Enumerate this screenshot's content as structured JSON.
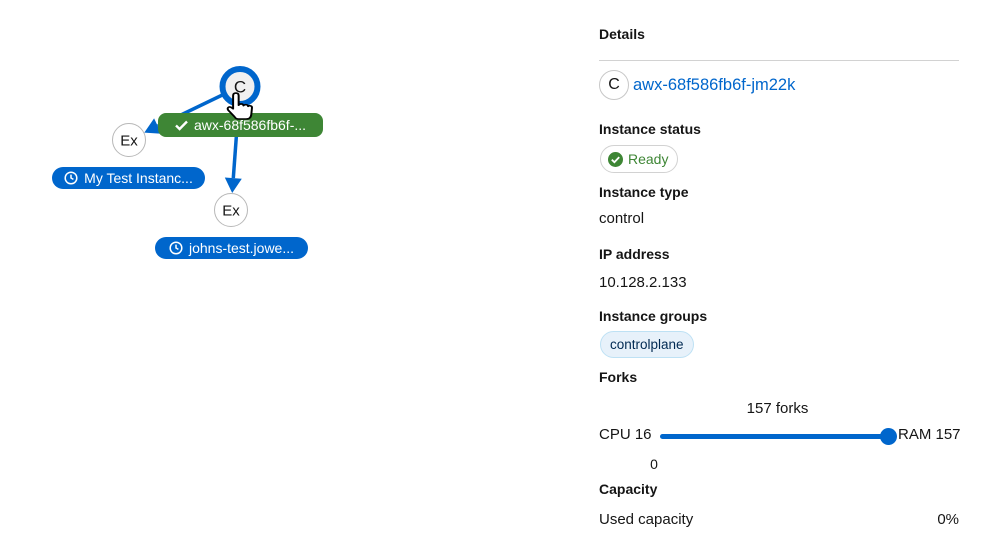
{
  "colors": {
    "primary_blue": "#0066CC",
    "success_green": "#3E8635",
    "text": "#151515",
    "divider_gray": "#d2d2d2",
    "chip_bg": "#E7F1FA",
    "chip_border": "#BEE1F4",
    "chip_text": "#002952"
  },
  "topology": {
    "selected_node": {
      "letter": "C",
      "label": "awx-68f586fb6f-...",
      "label_icon": "check"
    },
    "nodes": [
      {
        "letter": "Ex",
        "label": "My Test Instanc...",
        "label_icon": "clock"
      },
      {
        "letter": "Ex",
        "label": "johns-test.jowe...",
        "label_icon": "clock"
      }
    ]
  },
  "details": {
    "title": "Details",
    "node_icon_letter": "C",
    "node_link": "awx-68f586fb6f-jm22k",
    "instance_status_label": "Instance status",
    "instance_status_value": "Ready",
    "instance_type_label": "Instance type",
    "instance_type_value": "control",
    "ip_label": "IP address",
    "ip_value": "10.128.2.133",
    "groups_label": "Instance groups",
    "group_chip": "controlplane",
    "forks_label": "Forks",
    "forks_tooltip": "157 forks",
    "slider_left_label": "CPU 16",
    "slider_right_label": "RAM 157",
    "slider_min_label": "0",
    "capacity_label": "Capacity",
    "used_capacity_label": "Used capacity",
    "used_capacity_value": "0%"
  }
}
